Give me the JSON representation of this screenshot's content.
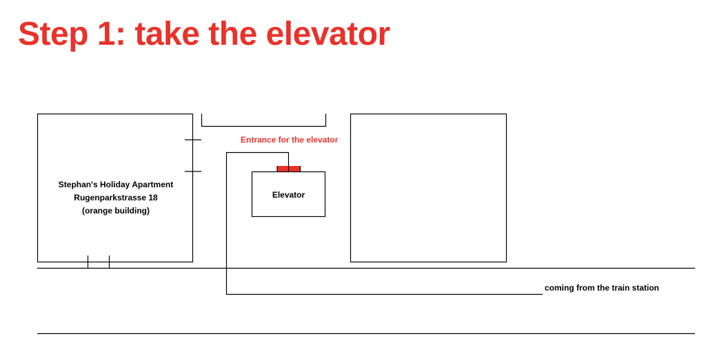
{
  "title": "Step 1: take the elevator",
  "colors": {
    "accent": "#e8322a",
    "line": "#000000",
    "background": "#ffffff"
  },
  "apartment": {
    "line1": "Stephan's Holiday Apartment",
    "line2": "Rugenparkstrasse 18",
    "line3": "(orange building)"
  },
  "elevator": {
    "label": "Elevator",
    "entrance_label": "Entrance for the elevator"
  },
  "route": {
    "label": "coming from the train station"
  }
}
